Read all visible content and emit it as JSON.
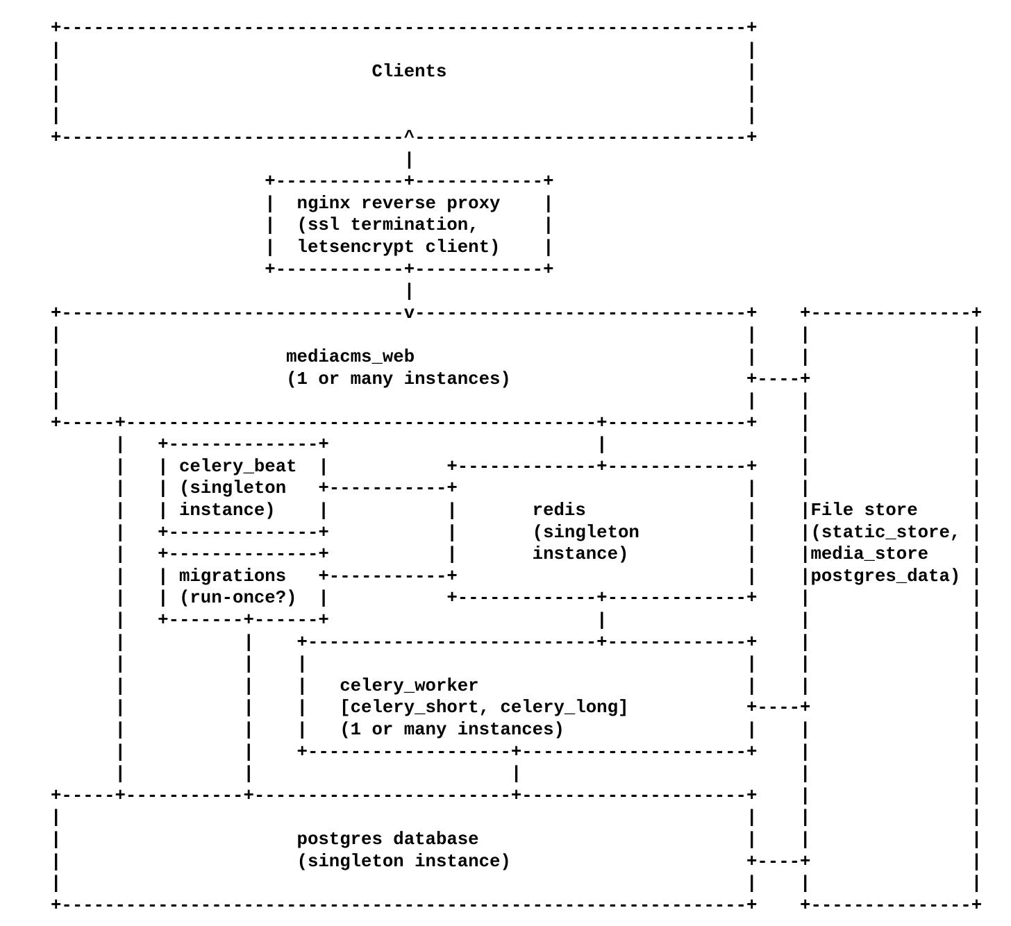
{
  "colors": {
    "background": "#ffffff",
    "text": "#000000"
  },
  "diagram": {
    "lines": [
      "+----------------------------------------------------------------+",
      "|                                                                |",
      "|                             Clients                            |",
      "|                                                                |",
      "|                                                                |",
      "+--------------------------------^-------------------------------+",
      "                                 |",
      "                    +------------+------------+",
      "                    |  nginx reverse proxy    |",
      "                    |  (ssl termination,      |",
      "                    |  letsencrypt client)    |",
      "                    +------------+------------+",
      "                                 |",
      "+--------------------------------v-------------------------------+    +---------------+",
      "|                                                                |    |               |",
      "|                     mediacms_web                               |    |               |",
      "|                     (1 or many instances)                      +----+               |",
      "|                                                                |    |               |",
      "+-----+--------------------------------------------+-------------+    |               |",
      "      |   +--------------+                         |                  |               |",
      "      |   | celery_beat  |           +-------------+-------------+    |               |",
      "      |   | (singleton   +-----------+                           |    |               |",
      "      |   | instance)    |           |       redis               |    |File store     |",
      "      |   +--------------+           |       (singleton          |    |(static_store, |",
      "      |   +--------------+           |       instance)           |    |media_store    |",
      "      |   | migrations   +-----------+                           |    |postgres_data) |",
      "      |   | (run-once?)  |           +-------------+-------------+    |               |",
      "      |   +-------+------+                         |                  |               |",
      "      |           |    +---------------------------+-------------+    |               |",
      "      |           |    |                                         |    |               |",
      "      |           |    |   celery_worker                         |    |               |",
      "      |           |    |   [celery_short, celery_long]           +----+               |",
      "      |           |    |   (1 or many instances)                 |    |               |",
      "      |           |    +-------------------+---------------------+    |               |",
      "      |           |                        |                          |               |",
      "+-----+-----------+------------------------+---------------------+    |               |",
      "|                                                                |    |               |",
      "|                      postgres database                         |    |               |",
      "|                      (singleton instance)                      +----+               |",
      "|                                                                |    |               |",
      "+----------------------------------------------------------------+    +---------------+"
    ],
    "nodes": [
      {
        "id": "clients",
        "text": "Clients"
      },
      {
        "id": "nginx",
        "text": "nginx reverse proxy (ssl termination, letsencrypt client)"
      },
      {
        "id": "mediacms-web",
        "text": "mediacms_web (1 or many instances)"
      },
      {
        "id": "celery-beat",
        "text": "celery_beat (singleton instance)"
      },
      {
        "id": "migrations",
        "text": "migrations (run-once?)"
      },
      {
        "id": "redis",
        "text": "redis (singleton instance)"
      },
      {
        "id": "celery-worker",
        "text": "celery_worker [celery_short, celery_long] (1 or many instances)"
      },
      {
        "id": "postgres",
        "text": "postgres database (singleton instance)"
      },
      {
        "id": "file-store",
        "text": "File store (static_store, media_store postgres_data)"
      }
    ]
  }
}
